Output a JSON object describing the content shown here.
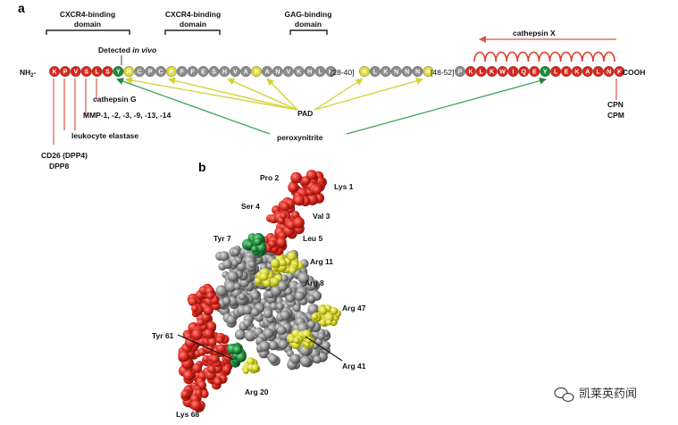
{
  "panels": {
    "a": "a",
    "b": "b"
  },
  "domains": [
    {
      "id": "cxcr4-1",
      "line1": "CXCR4-binding",
      "line2": "domain"
    },
    {
      "id": "cxcr4-2",
      "line1": "CXCR4-binding",
      "line2": "domain"
    },
    {
      "id": "gag",
      "line1": "GAG-binding",
      "line2": "domain"
    }
  ],
  "sequence": {
    "n_term": "NH",
    "n_term_sub": "2",
    "c_term": "-COOH",
    "gap1": "[28-40]",
    "gap2": "[48-52]",
    "segment1": [
      "K",
      "P",
      "V",
      "S",
      "L",
      "S",
      "Y",
      "R",
      "C",
      "P",
      "C",
      "R",
      "F",
      "F",
      "E",
      "S",
      "H",
      "V",
      "A",
      "R",
      "A",
      "N",
      "V",
      "K",
      "H",
      "L",
      "K"
    ],
    "segment2": [
      "R",
      "L",
      "K",
      "N",
      "N",
      "N",
      "R"
    ],
    "segment3": [
      "P",
      "K",
      "L",
      "K",
      "W",
      "I",
      "Q",
      "E",
      "Y",
      "L",
      "E",
      "K",
      "A",
      "L",
      "N",
      "K"
    ]
  },
  "residue_colors": {
    "red": "#d9261c",
    "grey": "#8c8c8c",
    "yellow": "#d8d835",
    "green": "#1f8a3c"
  },
  "annotations": {
    "detected": "Detected",
    "detected_italic": "in vivo",
    "cathepsin_x": "cathepsin X",
    "cathepsin_g": "cathepsin G",
    "mmp": "MMP-1, -2, -3, -9, -13, -14",
    "leukocyte_elastase": "leukocyte elastase",
    "cd26": "CD26 (DPP4)",
    "dpp8": "DPP8",
    "cpn": "CPN",
    "cpm": "CPM",
    "pad": "PAD",
    "peroxynitrite": "peroxynitrite"
  },
  "structure_labels": {
    "lys1": "Lys 1",
    "pro2": "Pro 2",
    "val3": "Val 3",
    "ser4": "Ser 4",
    "leu5": "Leu 5",
    "tyr7": "Tyr 7",
    "arg8": "Arg 8",
    "arg11": "Arg 11",
    "arg47": "Arg 47",
    "tyr61": "Tyr 61",
    "arg41": "Arg 41",
    "arg20": "Arg 20",
    "lys68": "Lys 68"
  },
  "watermark": {
    "text": "凯莱英药闻",
    "icon": "wechat-icon"
  }
}
